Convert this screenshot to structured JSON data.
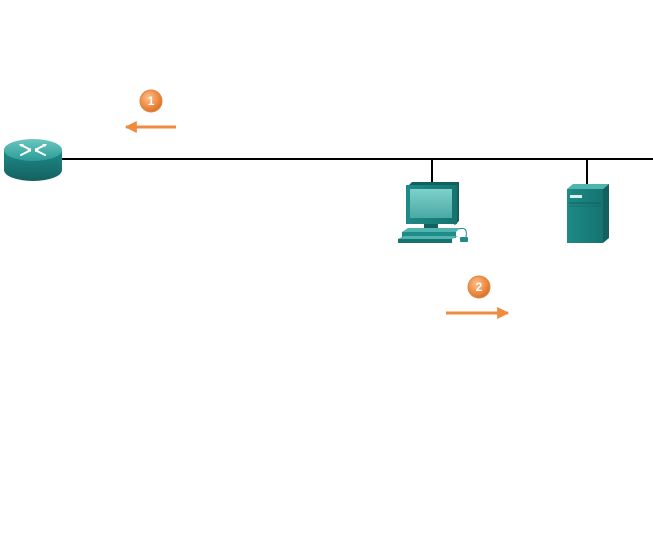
{
  "diagram": {
    "nodes": [
      {
        "id": "router",
        "kind": "router",
        "icon": "router-icon"
      },
      {
        "id": "pc",
        "kind": "workstation",
        "icon": "desktop-computer-icon"
      },
      {
        "id": "server",
        "kind": "server",
        "icon": "server-icon"
      }
    ],
    "links": [
      {
        "from": "router",
        "to": "network-segment",
        "kind": "ethernet-bus"
      }
    ],
    "steps": [
      {
        "number": "1",
        "direction": "left"
      },
      {
        "number": "2",
        "direction": "right"
      }
    ],
    "colors": {
      "device_teal": "#1f8c8a",
      "device_teal_dark": "#14605f",
      "device_teal_light": "#4fb3ae",
      "step_badge": "#f0904a",
      "arrow": "#f08a3c",
      "line": "#000000"
    }
  }
}
